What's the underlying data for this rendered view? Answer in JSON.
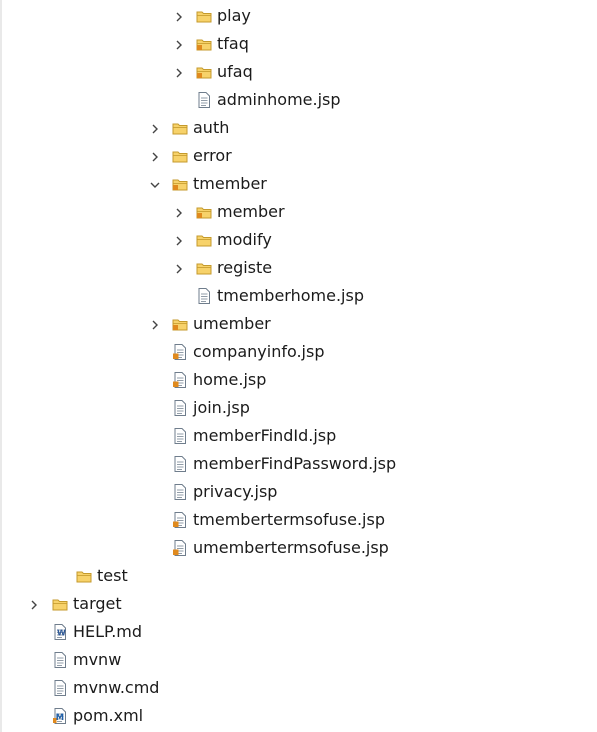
{
  "tree": {
    "items": [
      {
        "label": "play",
        "indent": 4,
        "kind": "folder",
        "state": "collapsed"
      },
      {
        "label": "tfaq",
        "indent": 4,
        "kind": "folder-pkg",
        "state": "collapsed"
      },
      {
        "label": "ufaq",
        "indent": 4,
        "kind": "folder-pkg",
        "state": "collapsed"
      },
      {
        "label": "adminhome.jsp",
        "indent": 4,
        "kind": "file",
        "state": "none"
      },
      {
        "label": "auth",
        "indent": 3,
        "kind": "folder",
        "state": "collapsed"
      },
      {
        "label": "error",
        "indent": 3,
        "kind": "folder",
        "state": "collapsed"
      },
      {
        "label": "tmember",
        "indent": 3,
        "kind": "folder-pkg",
        "state": "expanded"
      },
      {
        "label": "member",
        "indent": 4,
        "kind": "folder-pkg",
        "state": "collapsed"
      },
      {
        "label": "modify",
        "indent": 4,
        "kind": "folder",
        "state": "collapsed"
      },
      {
        "label": "registe",
        "indent": 4,
        "kind": "folder",
        "state": "collapsed"
      },
      {
        "label": "tmemberhome.jsp",
        "indent": 4,
        "kind": "file",
        "state": "none"
      },
      {
        "label": "umember",
        "indent": 3,
        "kind": "folder-pkg",
        "state": "collapsed"
      },
      {
        "label": "companyinfo.jsp",
        "indent": 3,
        "kind": "file-pkg",
        "state": "none"
      },
      {
        "label": "home.jsp",
        "indent": 3,
        "kind": "file-pkg",
        "state": "none"
      },
      {
        "label": "join.jsp",
        "indent": 3,
        "kind": "file",
        "state": "none"
      },
      {
        "label": "memberFindId.jsp",
        "indent": 3,
        "kind": "file",
        "state": "none"
      },
      {
        "label": "memberFindPassword.jsp",
        "indent": 3,
        "kind": "file",
        "state": "none"
      },
      {
        "label": "privacy.jsp",
        "indent": 3,
        "kind": "file",
        "state": "none"
      },
      {
        "label": "tmembertermsofuse.jsp",
        "indent": 3,
        "kind": "file-pkg",
        "state": "none"
      },
      {
        "label": "umembertermsofuse.jsp",
        "indent": 3,
        "kind": "file-pkg",
        "state": "none"
      },
      {
        "label": "test",
        "indent": 1,
        "kind": "folder",
        "state": "none"
      },
      {
        "label": "target",
        "indent": 0,
        "kind": "folder",
        "state": "collapsed"
      },
      {
        "label": "HELP.md",
        "indent": 0,
        "kind": "file-word",
        "state": "none"
      },
      {
        "label": "mvnw",
        "indent": 0,
        "kind": "file",
        "state": "none"
      },
      {
        "label": "mvnw.cmd",
        "indent": 0,
        "kind": "file",
        "state": "none"
      },
      {
        "label": "pom.xml",
        "indent": 0,
        "kind": "file-maven",
        "state": "none"
      }
    ]
  },
  "colors": {
    "folder_fill": "#f7d26a",
    "folder_stroke": "#c49a2c",
    "file_stroke": "#6f7d8c",
    "package_mark": "#e08a1e",
    "word_mark": "#2b5797",
    "maven_mark": "#1f5fa8",
    "chevron": "#444444"
  },
  "icons": {
    "folder": "folder-icon",
    "folder-pkg": "folder-package-icon",
    "file": "file-icon",
    "file-pkg": "file-package-icon",
    "file-word": "word-document-icon",
    "file-maven": "maven-pom-icon"
  }
}
